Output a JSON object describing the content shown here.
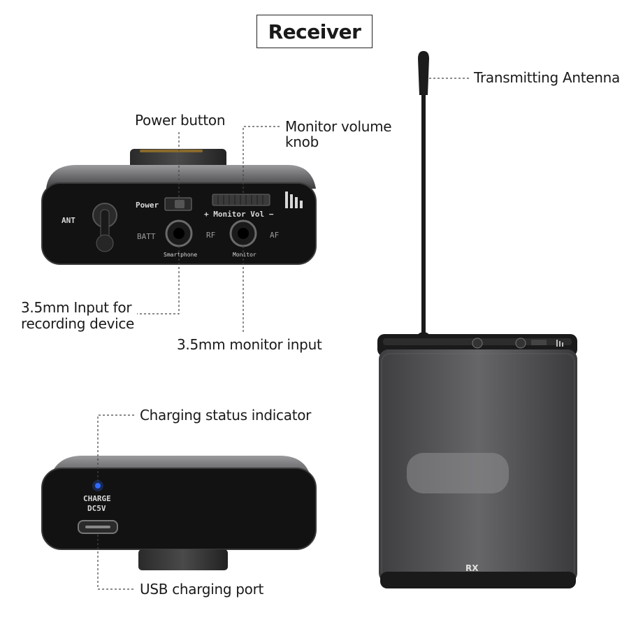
{
  "title": "Receiver",
  "callouts": {
    "power_button": "Power button",
    "monitor_volume_line1": "Monitor volume",
    "monitor_volume_line2": "knob",
    "antenna": "Transmitting  Antenna",
    "input_recording_line1": "3.5mm Input for",
    "input_recording_line2": "recording device",
    "monitor_input": "3.5mm monitor input",
    "charging_indicator": "Charging status indicator",
    "usb_port": "USB charging port"
  },
  "top_panel": {
    "ant": "ANT",
    "power": "Power",
    "monitor_vol": "+ Monitor Vol −",
    "batt": "BATT",
    "rf": "RF",
    "af": "AF",
    "smartphone": "Smartphone",
    "monitor": "Monitor"
  },
  "bottom_panel": {
    "charge": "CHARGE",
    "dc5v": "DC5V"
  },
  "receiver_body": {
    "rx": "RX"
  },
  "colors": {
    "panel_black": "#111111",
    "shell_grey": "#5a5a5c",
    "led_blue": "#2f6bff"
  }
}
